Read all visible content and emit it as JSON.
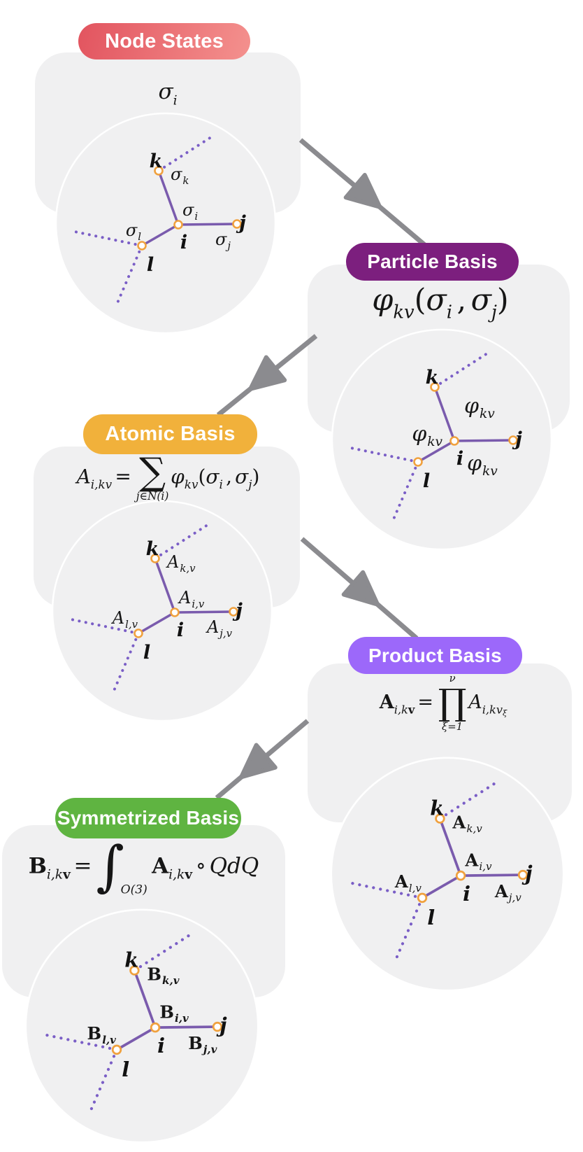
{
  "colors": {
    "panel_bg": "#f0f0f1",
    "circle_stroke": "#ffffff",
    "edge": "#7a5bad",
    "dots": "#7a5ec6",
    "node_ring": "#f0a13e",
    "node_fill": "#ffffff",
    "arrow": "#8b8b8f",
    "text": "#161616",
    "badge_node_states_left": "#e2545f",
    "badge_node_states_right": "#f4918e",
    "badge_particle": "#7c1f7e",
    "badge_atomic": "#f1b13b",
    "badge_product": "#9c68fa",
    "badge_symmetrized": "#5fb441"
  },
  "panels": {
    "node_states": {
      "badge": "Node States",
      "formula": [
        {
          "y": "v",
          "t": "σ"
        },
        {
          "y": "sub",
          "t": "i"
        }
      ],
      "graph": {
        "nodes": {
          "k": "k",
          "i": "i",
          "j": "j",
          "l": "l"
        },
        "labels": [
          {
            "slot": "near_k",
            "main": "σ",
            "sub": "k"
          },
          {
            "slot": "near_i",
            "main": "σ",
            "sub": "i"
          },
          {
            "slot": "near_j",
            "main": "σ",
            "sub": "j"
          },
          {
            "slot": "near_l",
            "main": "σ",
            "sub": "l"
          }
        ]
      }
    },
    "particle_basis": {
      "badge": "Particle Basis",
      "formula": [
        {
          "y": "v",
          "t": "φ"
        },
        {
          "y": "sub",
          "t": "kv"
        },
        {
          "y": "r",
          "t": "("
        },
        {
          "y": "v",
          "t": "σ"
        },
        {
          "y": "sub",
          "t": "i"
        },
        {
          "y": "o",
          "t": ","
        },
        {
          "y": "v",
          "t": "σ"
        },
        {
          "y": "sub",
          "t": "j"
        },
        {
          "y": "r",
          "t": ")"
        }
      ],
      "graph": {
        "nodes": {
          "k": "k",
          "i": "i",
          "j": "j",
          "l": "l"
        },
        "labels": [
          {
            "slot": "edge_ik",
            "main": "φ",
            "sub": "kv"
          },
          {
            "slot": "edge_il",
            "main": "φ",
            "sub": "kv"
          },
          {
            "slot": "edge_ij",
            "main": "φ",
            "sub": "kv"
          }
        ]
      }
    },
    "atomic_basis": {
      "badge": "Atomic Basis",
      "formula": [
        {
          "y": "v",
          "t": "A"
        },
        {
          "y": "sub",
          "t": "i,kv"
        },
        {
          "y": "o",
          "t": "="
        },
        {
          "y": "stack",
          "op": "∑",
          "top": "",
          "bot": "j∈N(i)"
        },
        {
          "y": "v",
          "t": "φ"
        },
        {
          "y": "sub",
          "t": "kv"
        },
        {
          "y": "r",
          "t": "("
        },
        {
          "y": "v",
          "t": "σ"
        },
        {
          "y": "sub",
          "t": "i"
        },
        {
          "y": "o",
          "t": ","
        },
        {
          "y": "v",
          "t": "σ"
        },
        {
          "y": "sub",
          "t": "j"
        },
        {
          "y": "r",
          "t": ")"
        }
      ],
      "graph": {
        "nodes": {
          "k": "k",
          "i": "i",
          "j": "j",
          "l": "l"
        },
        "labels": [
          {
            "slot": "near_k",
            "main": "A",
            "sub": "k,v"
          },
          {
            "slot": "near_i",
            "main": "A",
            "sub": "i,v"
          },
          {
            "slot": "near_j",
            "main": "A",
            "sub": "j,v"
          },
          {
            "slot": "near_l",
            "main": "A",
            "sub": "l,v"
          }
        ]
      }
    },
    "product_basis": {
      "badge": "Product Basis",
      "formula": [
        {
          "y": "b",
          "t": "A"
        },
        {
          "y": "sub",
          "t": "i,k"
        },
        {
          "y": "bsub",
          "t": "v"
        },
        {
          "y": "o",
          "t": "="
        },
        {
          "y": "stack",
          "op": "∏",
          "top": "ν",
          "bot": "ξ=1"
        },
        {
          "y": "v",
          "t": "A"
        },
        {
          "y": "sub",
          "t": "i,kv"
        },
        {
          "y": "sub2",
          "t": "ξ"
        }
      ],
      "graph": {
        "nodes": {
          "k": "k",
          "i": "i",
          "j": "j",
          "l": "l"
        },
        "labels": [
          {
            "slot": "near_k",
            "main": "A",
            "sub": "k,v",
            "bold": true
          },
          {
            "slot": "near_i",
            "main": "A",
            "sub": "i,v",
            "bold": true
          },
          {
            "slot": "near_j",
            "main": "A",
            "sub": "j,v",
            "bold": true
          },
          {
            "slot": "near_l",
            "main": "A",
            "sub": "l,v",
            "bold": true
          }
        ]
      }
    },
    "symmetrized_basis": {
      "badge": "Symmetrized Basis",
      "formula": [
        {
          "y": "b",
          "t": "B"
        },
        {
          "y": "sub",
          "t": "i,k"
        },
        {
          "y": "bsub",
          "t": "v"
        },
        {
          "y": "o",
          "t": "="
        },
        {
          "y": "int",
          "op": "∫",
          "bot": "O(3)"
        },
        {
          "y": "b",
          "t": "A"
        },
        {
          "y": "sub",
          "t": "i,k"
        },
        {
          "y": "bsub",
          "t": "v"
        },
        {
          "y": "o",
          "t": "∘"
        },
        {
          "y": "v",
          "t": "Q"
        },
        {
          "y": "v",
          "t": "d"
        },
        {
          "y": "v",
          "t": "Q"
        }
      ],
      "graph": {
        "nodes": {
          "k": "k",
          "i": "i",
          "j": "j",
          "l": "l"
        },
        "labels": [
          {
            "slot": "near_k",
            "main": "B",
            "sub": "k,v",
            "bold": true,
            "bold_sub": true
          },
          {
            "slot": "near_i",
            "main": "B",
            "sub": "i,v",
            "bold": true,
            "bold_sub": true
          },
          {
            "slot": "near_j",
            "main": "B",
            "sub": "j,v",
            "bold": true,
            "bold_sub": true
          },
          {
            "slot": "near_l",
            "main": "B",
            "sub": "l,v",
            "bold": true,
            "bold_sub": true
          }
        ]
      }
    }
  }
}
